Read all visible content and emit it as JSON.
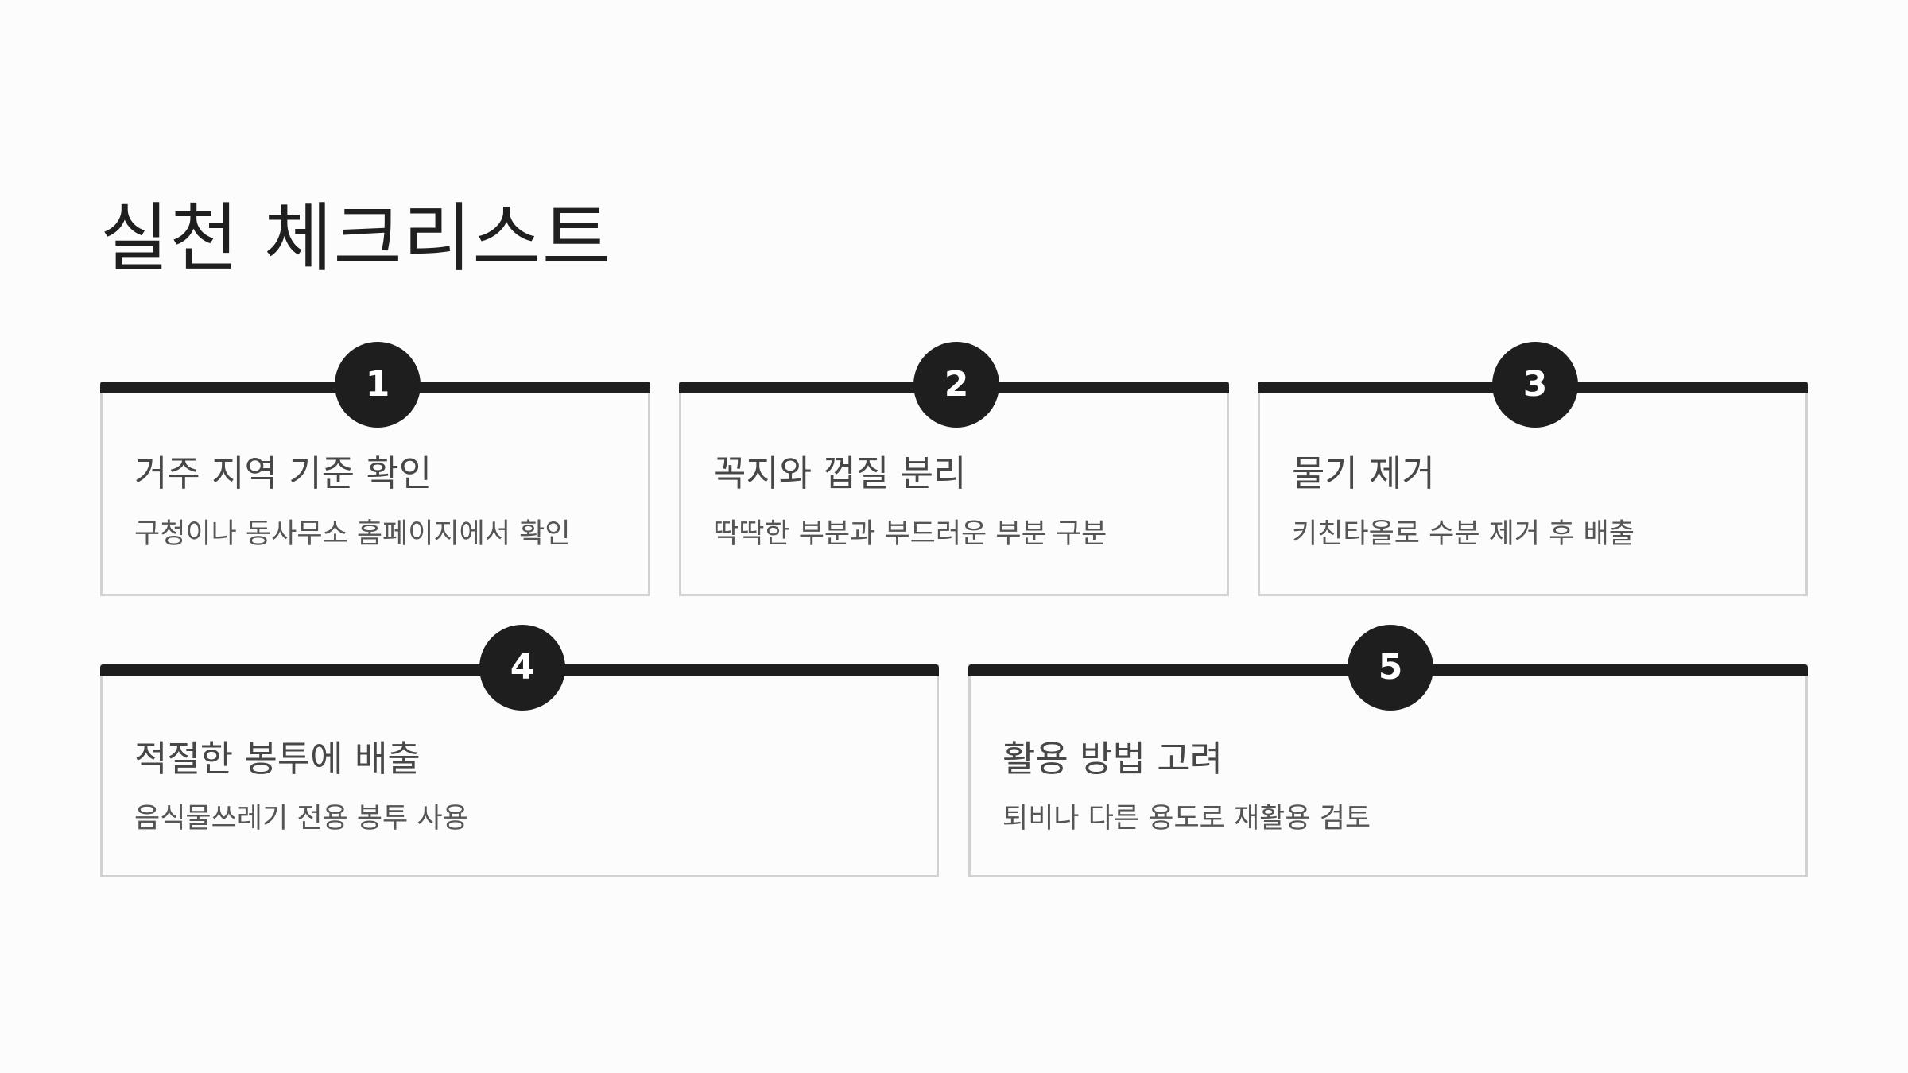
{
  "title": "실천 체크리스트",
  "colors": {
    "background": "#fcfcfc",
    "accent": "#1e1e1e",
    "border": "#d2d2d2",
    "title_text": "#1f1f1f",
    "body_text": "#555555"
  },
  "steps": [
    {
      "number": "1",
      "title": "거주 지역 기준 확인",
      "description": "구청이나 동사무소 홈페이지에서 확인"
    },
    {
      "number": "2",
      "title": "꼭지와 껍질 분리",
      "description": "딱딱한 부분과 부드러운 부분 구분"
    },
    {
      "number": "3",
      "title": "물기 제거",
      "description": "키친타올로 수분 제거 후 배출"
    },
    {
      "number": "4",
      "title": "적절한 봉투에 배출",
      "description": "음식물쓰레기 전용 봉투 사용"
    },
    {
      "number": "5",
      "title": "활용 방법 고려",
      "description": "퇴비나 다른 용도로 재활용 검토"
    }
  ]
}
